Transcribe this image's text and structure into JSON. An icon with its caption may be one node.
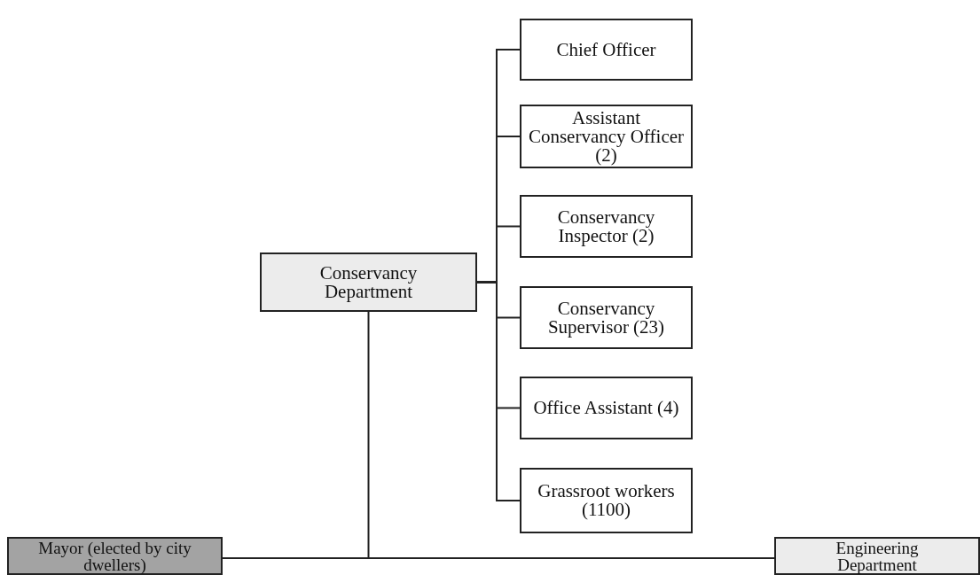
{
  "diagram": {
    "nodes": [
      {
        "text": [
          "Conservancy Department"
        ]
      },
      {
        "text": [
          "Chief Officer"
        ]
      },
      {
        "text": [
          "Assistant Conservancy Officer (2)"
        ]
      },
      {
        "text": [
          "Conservancy Inspector (2)"
        ]
      },
      {
        "text": [
          "Conservancy Supervisor (23)"
        ]
      },
      {
        "text": [
          "Office Assistant (4)"
        ]
      },
      {
        "text": [
          "Grassroot workers (1100)"
        ]
      },
      {
        "text": [
          "Mayor (elected by city dwellers)"
        ]
      },
      {
        "text": [
          "Engineering Department"
        ]
      }
    ],
    "edges": [
      {
        "from": 0,
        "to": 1,
        "arrow": "none"
      },
      {
        "from": 0,
        "to": 2,
        "arrow": "none"
      },
      {
        "from": 0,
        "to": 3,
        "arrow": "none"
      },
      {
        "from": 0,
        "to": 4,
        "arrow": "none"
      },
      {
        "from": 0,
        "to": 5,
        "arrow": "none"
      },
      {
        "from": 0,
        "to": 6,
        "arrow": "none"
      },
      {
        "from": 7,
        "to": 0,
        "arrow": "none"
      },
      {
        "from": 7,
        "to": 8,
        "arrow": "none"
      }
    ]
  }
}
